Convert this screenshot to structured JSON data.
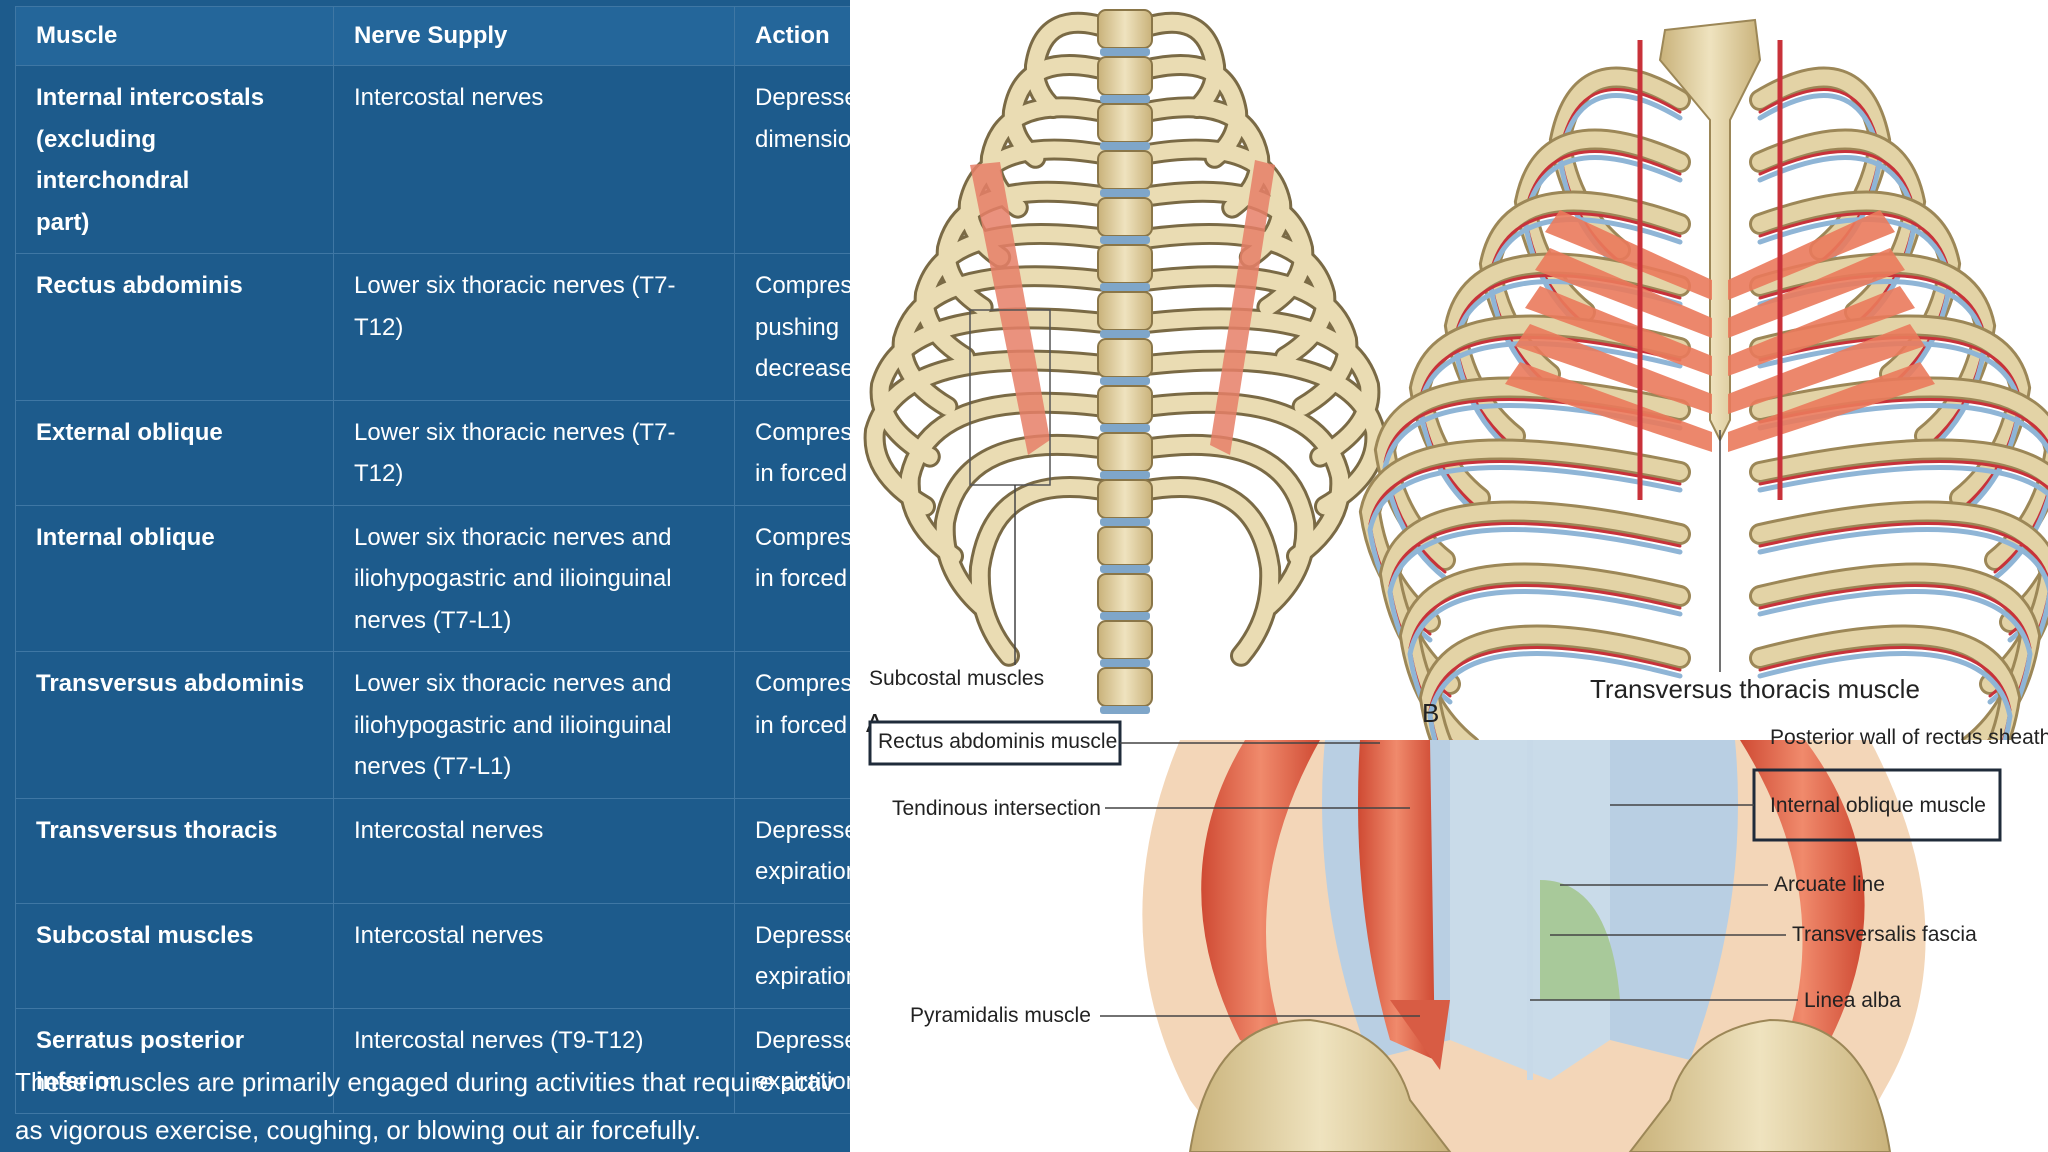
{
  "table": {
    "headers": [
      "Muscle",
      "Nerve Supply",
      "Action"
    ],
    "rows": [
      {
        "muscle": [
          "Internal intercostals",
          "(excluding interchondral",
          "part)"
        ],
        "nerve": [
          "Intercostal nerves"
        ],
        "action": [
          "Depresse",
          "dimensio"
        ]
      },
      {
        "muscle": [
          "Rectus abdominis"
        ],
        "nerve": [
          "Lower six thoracic nerves (T7-",
          "T12)"
        ],
        "action": [
          "Compres",
          "pushing",
          "decrease"
        ]
      },
      {
        "muscle": [
          "External oblique"
        ],
        "nerve": [
          "Lower six thoracic nerves (T7-",
          "T12)"
        ],
        "action": [
          "Compres",
          "in forced"
        ]
      },
      {
        "muscle": [
          "Internal oblique"
        ],
        "nerve": [
          "Lower six thoracic nerves and",
          "iliohypogastric and ilioinguinal",
          "nerves (T7-L1)"
        ],
        "action": [
          "Compres",
          "in forced"
        ]
      },
      {
        "muscle": [
          "Transversus abdominis"
        ],
        "nerve": [
          "Lower six thoracic nerves and",
          "iliohypogastric and ilioinguinal",
          "nerves (T7-L1)"
        ],
        "action": [
          "Compres",
          "in forced"
        ]
      },
      {
        "muscle": [
          "Transversus thoracis"
        ],
        "nerve": [
          "Intercostal nerves"
        ],
        "action": [
          "Depresses t",
          "expiration."
        ]
      },
      {
        "muscle": [
          "Subcostal muscles"
        ],
        "nerve": [
          "Intercostal nerves"
        ],
        "action": [
          "Depresses t",
          "expiration."
        ]
      },
      {
        "muscle": [
          "Serratus posterior",
          "inferior"
        ],
        "nerve": [
          "Intercostal nerves (T9-T12)"
        ],
        "action": [
          "Depresses t",
          "expiration."
        ]
      }
    ]
  },
  "paragraph": [
    "These muscles are primarily engaged during activities that require activ",
    "as vigorous exercise, coughing, or blowing out air forcefully."
  ],
  "figure": {
    "panel_a_label": "A",
    "panel_b_label": "B",
    "subcostal": "Subcostal muscles",
    "transversus_thoracis": "Transversus thoracis muscle",
    "rectus_abdominis": "Rectus abdominis muscle",
    "posterior_wall": "Posterior wall of rectus sheath",
    "tendinous_intersection": "Tendinous intersection",
    "internal_oblique": "Internal oblique muscle",
    "arcuate_line": "Arcuate line",
    "transversalis_fascia": "Transversalis fascia",
    "linea_alba": "Linea alba",
    "pyramidalis": "Pyramidalis muscle"
  },
  "colors": {
    "page_bg": "#1d5b8c",
    "header_bg": "#24669a",
    "bone": "#e3d3a6",
    "muscle": "#e0654a",
    "artery": "#c8323a",
    "vein": "#8fb5d6"
  }
}
